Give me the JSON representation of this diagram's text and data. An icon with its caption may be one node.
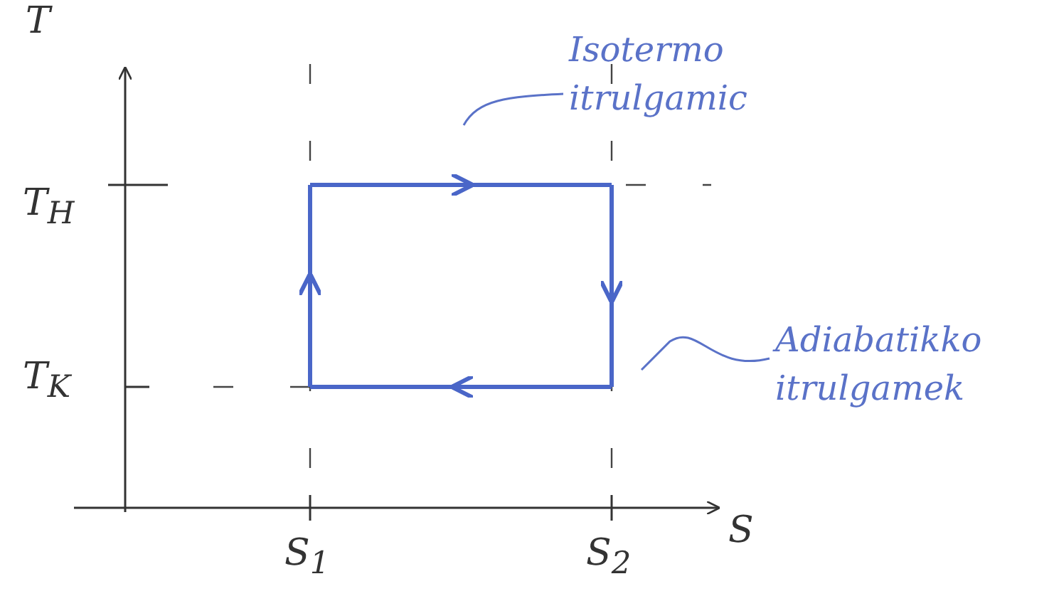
{
  "diagram": {
    "nodes": [
      {
        "text": [
          "Isotermo itrulgamic"
        ]
      },
      {
        "text": [
          "Adiabatikko itrulgamek"
        ]
      }
    ],
    "edges": [
      {
        "from": 0,
        "to": null,
        "arrow": "none"
      },
      {
        "from": 1,
        "to": null,
        "arrow": "none"
      }
    ],
    "labels": [
      "T",
      "T$_{H}$",
      "T$_{K}$",
      "S$_{1}$",
      "S$_{2}$",
      "S"
    ]
  }
}
